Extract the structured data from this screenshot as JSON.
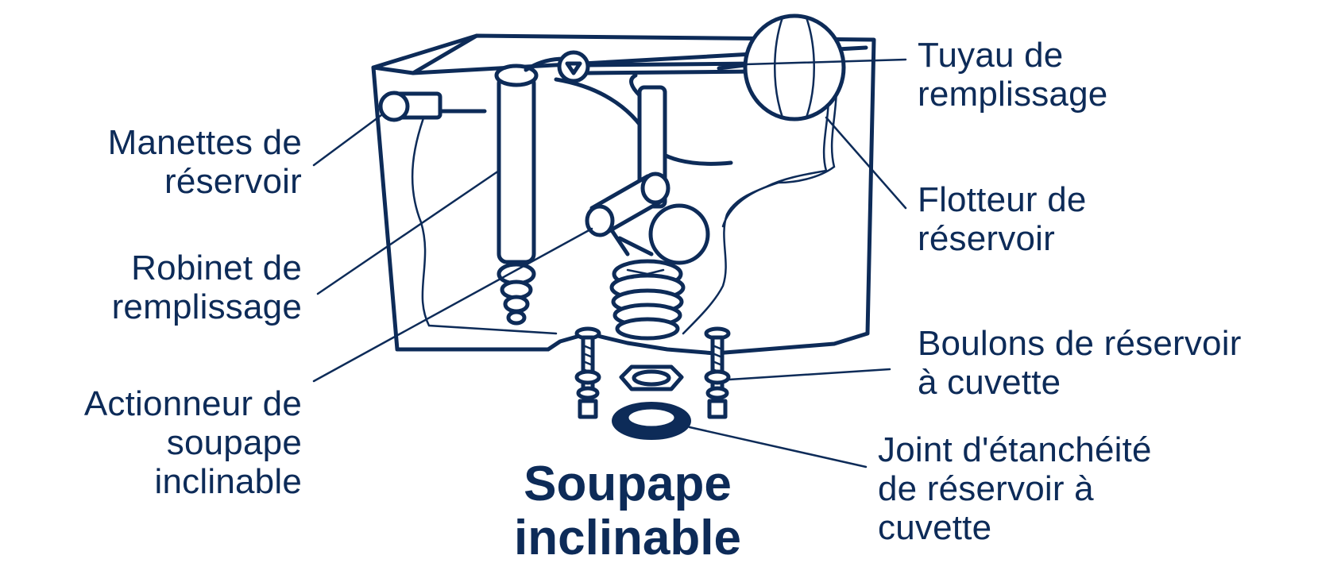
{
  "title": {
    "line1": "Soupape",
    "line2": "inclinable"
  },
  "labels": {
    "manettes": {
      "line1": "Manettes de",
      "line2": "réservoir"
    },
    "robinet": {
      "line1": "Robinet de",
      "line2": "remplissage"
    },
    "actionneur": {
      "line1": "Actionneur de",
      "line2": "soupape",
      "line3": "inclinable"
    },
    "tuyau": {
      "line1": "Tuyau de",
      "line2": "remplissage"
    },
    "flotteur": {
      "line1": "Flotteur de",
      "line2": "réservoir"
    },
    "boulons": {
      "line1": "Boulons de réservoir",
      "line2": "à cuvette"
    },
    "joint": {
      "line1": "Joint d'étanchéité",
      "line2": "de réservoir à",
      "line3": "cuvette"
    }
  },
  "colors": {
    "ink": "#0d2b58",
    "background": "#ffffff"
  }
}
